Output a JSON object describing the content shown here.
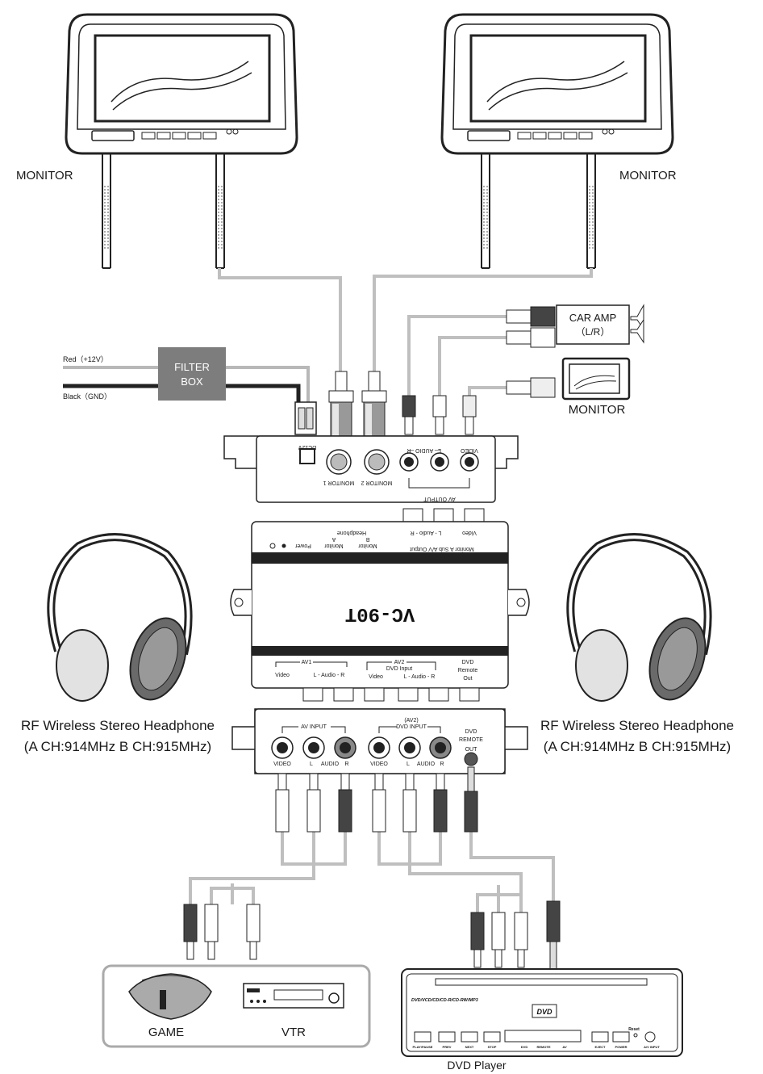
{
  "labels": {
    "monitor_left": "MONITOR",
    "monitor_right": "MONITOR",
    "monitor_small": "MONITOR",
    "car_amp_line1": "CAR AMP",
    "car_amp_line2": "（L/R）",
    "filter_line1": "FILTER",
    "filter_line2": "BOX",
    "red_wire": "Red（+12V）",
    "black_wire": "Black（GND）",
    "headphone_left_line1": "RF Wireless Stereo Headphone",
    "headphone_left_line2": "(A CH:914MHz   B CH:915MHz)",
    "headphone_right_line1": "RF Wireless Stereo Headphone",
    "headphone_right_line2": "(A CH:914MHz   B CH:915MHz)",
    "game": "GAME",
    "vtr": "VTR",
    "dvd_player": "DVD Player",
    "device_model": "VC-90T"
  },
  "top_panel": {
    "dc12v": "DC12V",
    "monitor1": "MONITOR 1",
    "monitor2": "MONITOR 2",
    "audio_r": "R",
    "audio_mid": "— AUDIO —",
    "audio_l": "L",
    "video": "VIDEO",
    "av_output": "AV OUTPUT"
  },
  "main_top": {
    "power": "Power",
    "monitor_a": "Monitor",
    "monitor_a2": "A",
    "monitor_b": "Monitor",
    "monitor_b2": "B",
    "headphone": "Headphone",
    "lr": "L - Audio - R",
    "video": "Video",
    "sub_output": "Monitor A Sub A/V Output"
  },
  "main_bottom": {
    "av1": "AV1",
    "video1": "Video",
    "lr1": "L - Audio - R",
    "av2": "AV2",
    "dvd_input": "DVD Input",
    "video2": "Video",
    "lr2": "L - Audio - R",
    "dvd": "DVD",
    "remote": "Remote",
    "out": "Out"
  },
  "bottom_panel": {
    "av_input": "AV INPUT",
    "av2": "(AV2)",
    "dvd_input": "DVD INPUT",
    "video1": "VIDEO",
    "l1": "L",
    "audio1": "AUDIO",
    "r1": "R",
    "video2": "VIDEO",
    "l2": "L",
    "audio2": "AUDIO",
    "r2": "R",
    "dvd": "DVD",
    "remote": "REMOTE",
    "out": "OUT"
  },
  "dvd_face": {
    "formats": "DVD/VCD/CD/CD-R/CD-RW/MP3",
    "reset": "Reset",
    "play": "PLAY/PAUSE",
    "prev": "PREV",
    "next": "NEXT",
    "stop": "STOP",
    "dvd": "DVD",
    "remote": "REMOTE",
    "av": "AV",
    "eject": "EJECT",
    "power": "POWER",
    "av_input": "A/V INPUT"
  }
}
